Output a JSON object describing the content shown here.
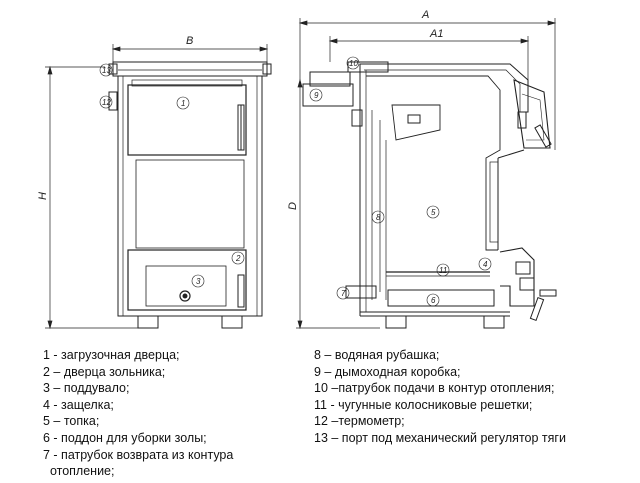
{
  "dimensions": {
    "B": "B",
    "H": "H",
    "A": "A",
    "A1": "A1",
    "D": "D"
  },
  "front_callouts": [
    "13",
    "12",
    "1",
    "3",
    "2"
  ],
  "side_callouts": [
    "10",
    "9",
    "8",
    "5",
    "11",
    "4",
    "7",
    "6"
  ],
  "legend_left": [
    "1 - загрузочная дверца;",
    "2 – дверца зольника;",
    "3 – поддувало;",
    "4 - защелка;",
    "5 – топка;",
    "6 - поддон для уборки золы;",
    "7 - патрубок возврата из контура",
    "  отопление;"
  ],
  "legend_right": [
    "8 – водяная рубашка;",
    "9 – дымоходная коробка;",
    "10 –патрубок подачи в контур отопления;",
    "11 - чугунные колосниковые решетки;",
    "12 –термометр;",
    "13 – порт под механический регулятор тяги"
  ]
}
